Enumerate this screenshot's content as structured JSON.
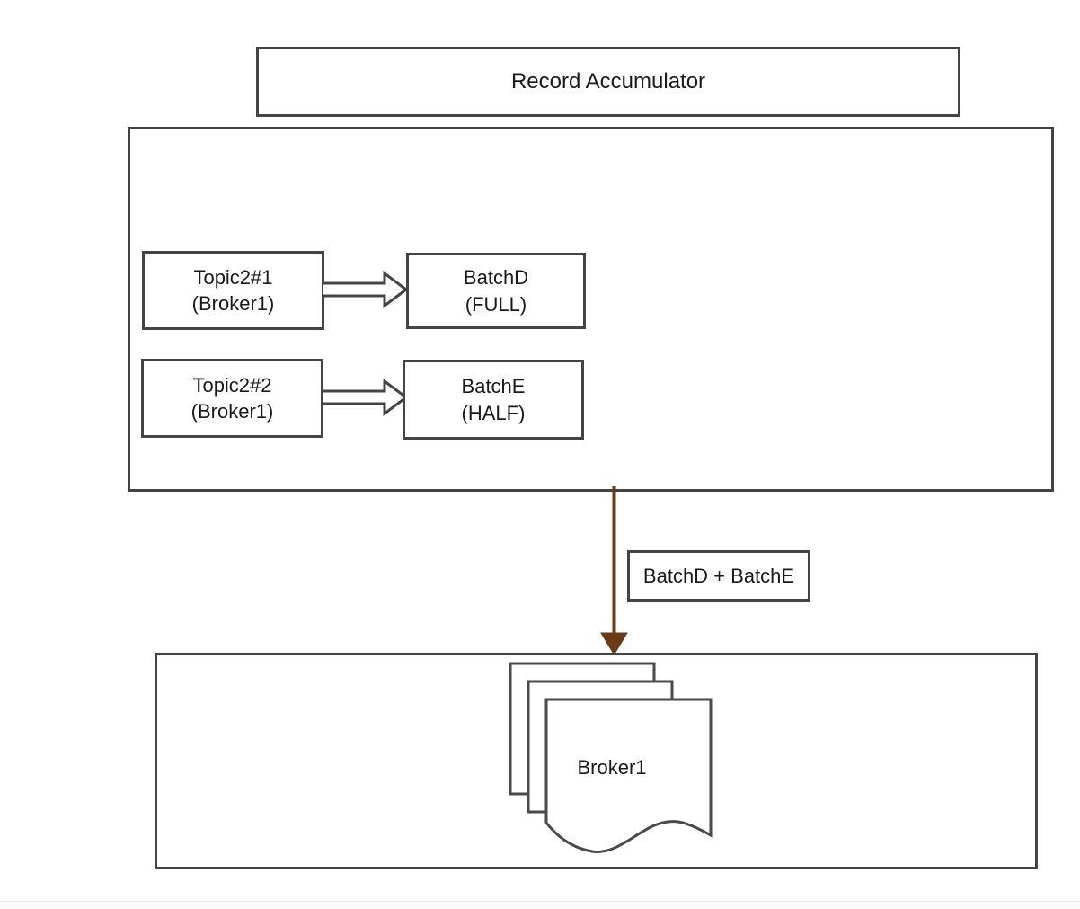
{
  "diagram": {
    "title": "Record Accumulator",
    "colors": {
      "shape_stroke": "#444444",
      "flow_arrow": "#6B3A16",
      "text": "#1a1a1a",
      "background": "#ffffff"
    },
    "header": {
      "label": "Record Accumulator"
    },
    "accumulator": {
      "rows": [
        {
          "topic_label": "Topic2#1\n(Broker1)",
          "arrow_name": "block-arrow-right",
          "batch_label": "BatchD\n(FULL)"
        },
        {
          "topic_label": "Topic2#2\n(Broker1)",
          "arrow_name": "block-arrow-right",
          "batch_label": "BatchE\n(HALF)"
        }
      ]
    },
    "flow": {
      "arrow_name": "down-arrow-icon",
      "edge_label": "BatchD + BatchE"
    },
    "broker": {
      "node_label": "Broker1",
      "shape": "multi-document"
    }
  }
}
